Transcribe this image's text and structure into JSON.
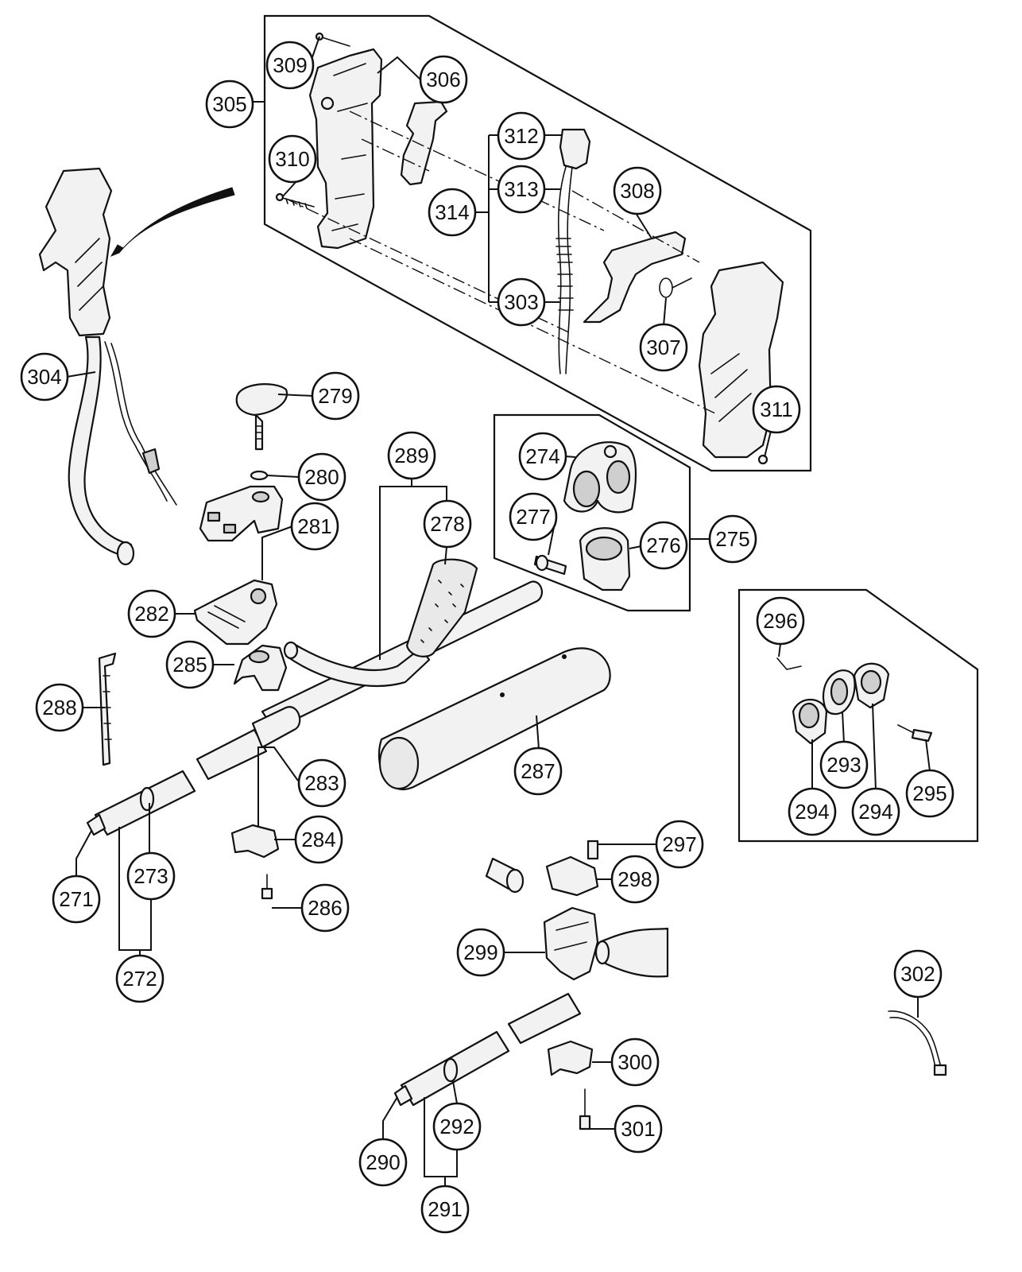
{
  "labels": {
    "p271": "271",
    "p272": "272",
    "p273": "273",
    "p274": "274",
    "p275": "275",
    "p276": "276",
    "p277": "277",
    "p278": "278",
    "p279": "279",
    "p280": "280",
    "p281": "281",
    "p282": "282",
    "p283": "283",
    "p284": "284",
    "p285": "285",
    "p286": "286",
    "p287": "287",
    "p288": "288",
    "p289": "289",
    "p290": "290",
    "p291": "291",
    "p292": "292",
    "p293": "293",
    "p294a": "294",
    "p294b": "294",
    "p295": "295",
    "p296": "296",
    "p297": "297",
    "p298": "298",
    "p299": "299",
    "p300": "300",
    "p301": "301",
    "p302": "302",
    "p303": "303",
    "p304": "304",
    "p305": "305",
    "p306": "306",
    "p307": "307",
    "p308": "308",
    "p309": "309",
    "p310": "310",
    "p311": "311",
    "p312": "312",
    "p313": "313",
    "p314": "314"
  }
}
